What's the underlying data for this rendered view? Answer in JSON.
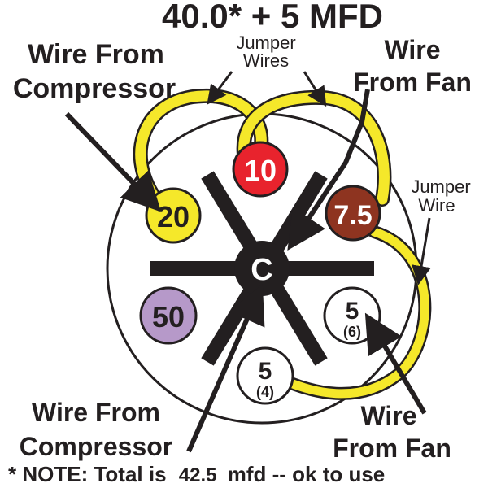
{
  "title": "40.0* + 5 MFD",
  "labels": {
    "wire_from_compressor_top_line1": "Wire From",
    "wire_from_compressor_top_line2": "Compressor",
    "jumper_wires_line1": "Jumper",
    "jumper_wires_line2": "Wires",
    "wire_from_fan_top_line1": "Wire",
    "wire_from_fan_top_line2": "From Fan",
    "jumper_wire_right_line1": "Jumper",
    "jumper_wire_right_line2": "Wire",
    "wire_from_compressor_bottom_line1": "Wire From",
    "wire_from_compressor_bottom_line2": "Compressor",
    "wire_from_fan_bottom_line1": "Wire",
    "wire_from_fan_bottom_line2": "From Fan"
  },
  "note": {
    "prefix": "* NOTE: Total is",
    "value": "42.5",
    "suffix": "mfd -- ok to use"
  },
  "terminals": {
    "common": {
      "label": "C",
      "color": "#231f20"
    },
    "t20": {
      "label": "20",
      "color": "#f5e82a"
    },
    "t10": {
      "label": "10",
      "color": "#e8232d"
    },
    "t7_5": {
      "label": "7.5",
      "color": "#8e3420"
    },
    "t50": {
      "label": "50",
      "color": "#b699c9"
    },
    "t5_6": {
      "label": "5",
      "sub": "(6)",
      "color": "#ffffff"
    },
    "t5_4": {
      "label": "5",
      "sub": "(4)",
      "color": "#ffffff"
    }
  },
  "colors": {
    "jumper_wire": "#f5e82a",
    "outline": "#231f20",
    "background": "#ffffff"
  }
}
